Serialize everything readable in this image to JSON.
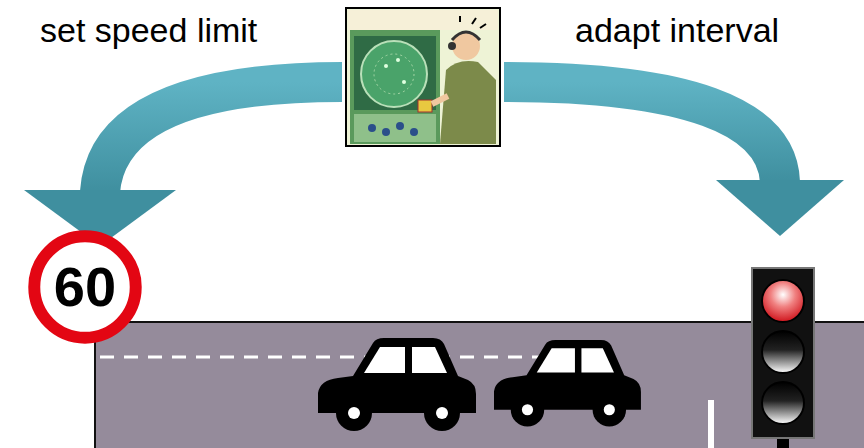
{
  "diagram": {
    "nodes": [
      {
        "text": [
          "60"
        ]
      }
    ],
    "labels": [
      "set speed limit",
      "adapt interval"
    ]
  }
}
